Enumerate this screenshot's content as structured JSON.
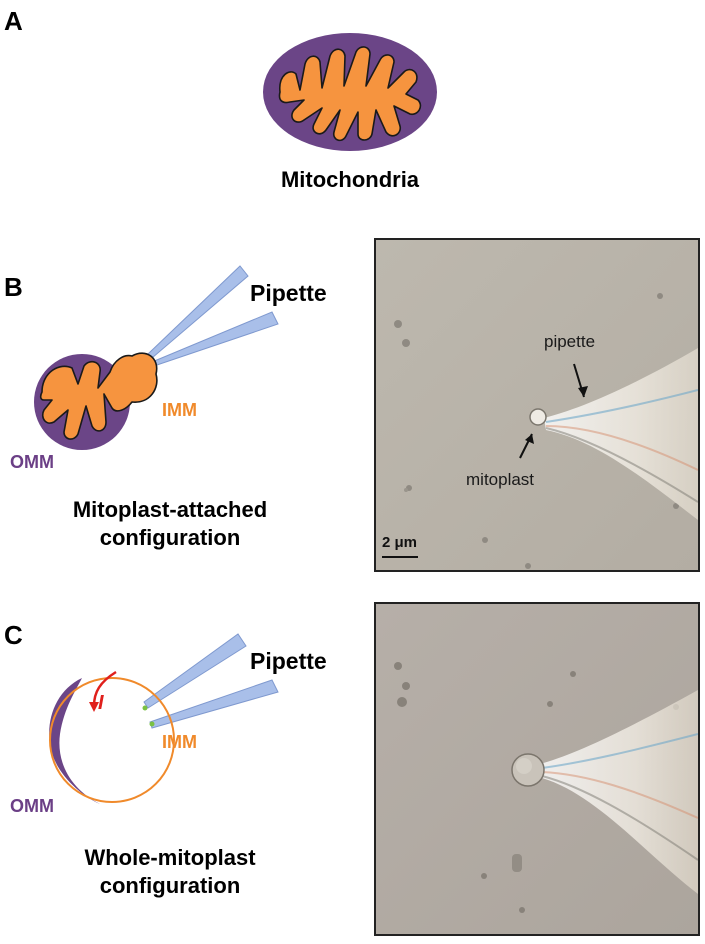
{
  "panel_a": {
    "letter": "A",
    "caption": "Mitochondria",
    "colors": {
      "outer": "#6b4587",
      "matrix": "#f6943f",
      "outline": "#1a1a1a"
    }
  },
  "panel_b": {
    "letter": "B",
    "pipette_label": "Pipette",
    "imm_label": "IMM",
    "omm_label": "OMM",
    "caption_line1": "Mitoplast-attached",
    "caption_line2": "configuration",
    "micrograph": {
      "pipette_label": "pipette",
      "mitoplast_label": "mitoplast",
      "scale_bar": "2 μm"
    }
  },
  "panel_c": {
    "letter": "C",
    "pipette_label": "Pipette",
    "imm_label": "IMM",
    "omm_label": "OMM",
    "current_label": "I",
    "caption_line1": "Whole-mitoplast",
    "caption_line2": "configuration"
  },
  "colors": {
    "imm": "#f08a2b",
    "omm": "#6b3f86",
    "pipette": "#9db4e6",
    "current_arrow": "#e0201c",
    "seal": "#7ac143",
    "micrograph_bg": "#b8b2a8"
  }
}
